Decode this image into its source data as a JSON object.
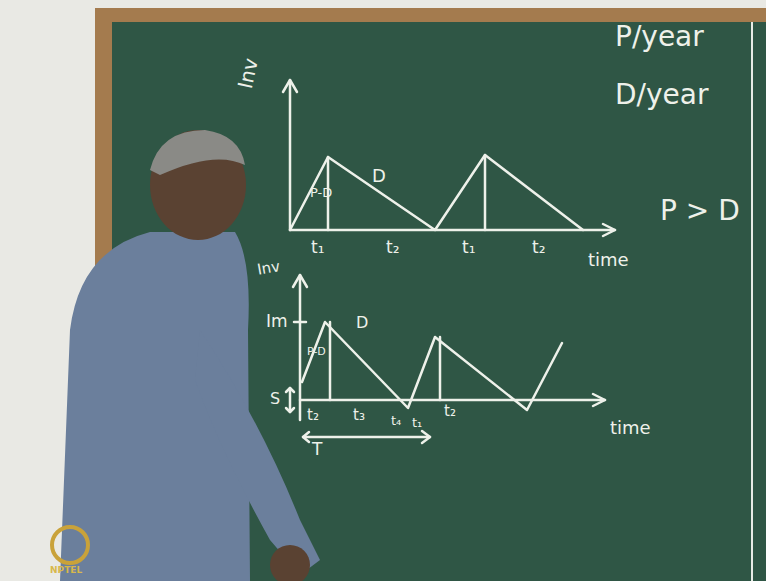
{
  "diagram": {
    "labels": [
      "Inv",
      "P-D",
      "D",
      "t₁",
      "t₂",
      "t₁",
      "t₂",
      "time",
      "P/year",
      "D/year",
      "P > D",
      "Inv",
      "Im",
      "P-D",
      "D",
      "S",
      "t₂",
      "t₃",
      "t₄",
      "t₁",
      "t₂",
      "T",
      "time",
      "NPTEL"
    ]
  }
}
